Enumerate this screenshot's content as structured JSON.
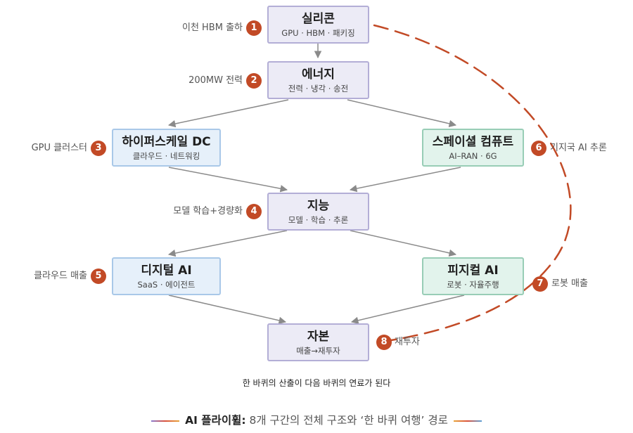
{
  "nodes": {
    "silicon": {
      "title": "실리콘",
      "sub": "GPU · HBM · 패키징"
    },
    "energy": {
      "title": "에너지",
      "sub": "전력 · 냉각 · 송전"
    },
    "hyperscale": {
      "title": "하이퍼스케일 DC",
      "sub": "클라우드 · 네트워킹"
    },
    "spatial": {
      "title": "스페이셜 컴퓨트",
      "sub": "AI–RAN · 6G"
    },
    "intel": {
      "title": "지능",
      "sub": "모델 · 학습 · 추론"
    },
    "digital": {
      "title": "디지털 AI",
      "sub": "SaaS · 에이전트"
    },
    "physical": {
      "title": "피지컬 AI",
      "sub": "로봇 · 자율주행"
    },
    "capital": {
      "title": "자본",
      "sub": "매출→재투자"
    }
  },
  "steps": [
    {
      "num": "1",
      "label": "이천 HBM 출하"
    },
    {
      "num": "2",
      "label": "200MW 전력"
    },
    {
      "num": "3",
      "label": "GPU 클러스터"
    },
    {
      "num": "4",
      "label": "모델 학습+경량화"
    },
    {
      "num": "5",
      "label": "클라우드 매출"
    },
    {
      "num": "6",
      "label": "기지국 AI 추론"
    },
    {
      "num": "7",
      "label": "로봇 매출"
    },
    {
      "num": "8",
      "label": "재투자"
    }
  ],
  "caption": "한 바퀴의 산출이 다음 바퀴의 연료가 된다",
  "footer": {
    "strong": "AI 플라이휠:",
    "rest": "8개 구간의 전체 구조와 ‘한 바퀴 여행’ 경로"
  },
  "colors": {
    "badge": "#c24a26",
    "loop": "#c24a26",
    "arrow": "#8a8a8a"
  }
}
